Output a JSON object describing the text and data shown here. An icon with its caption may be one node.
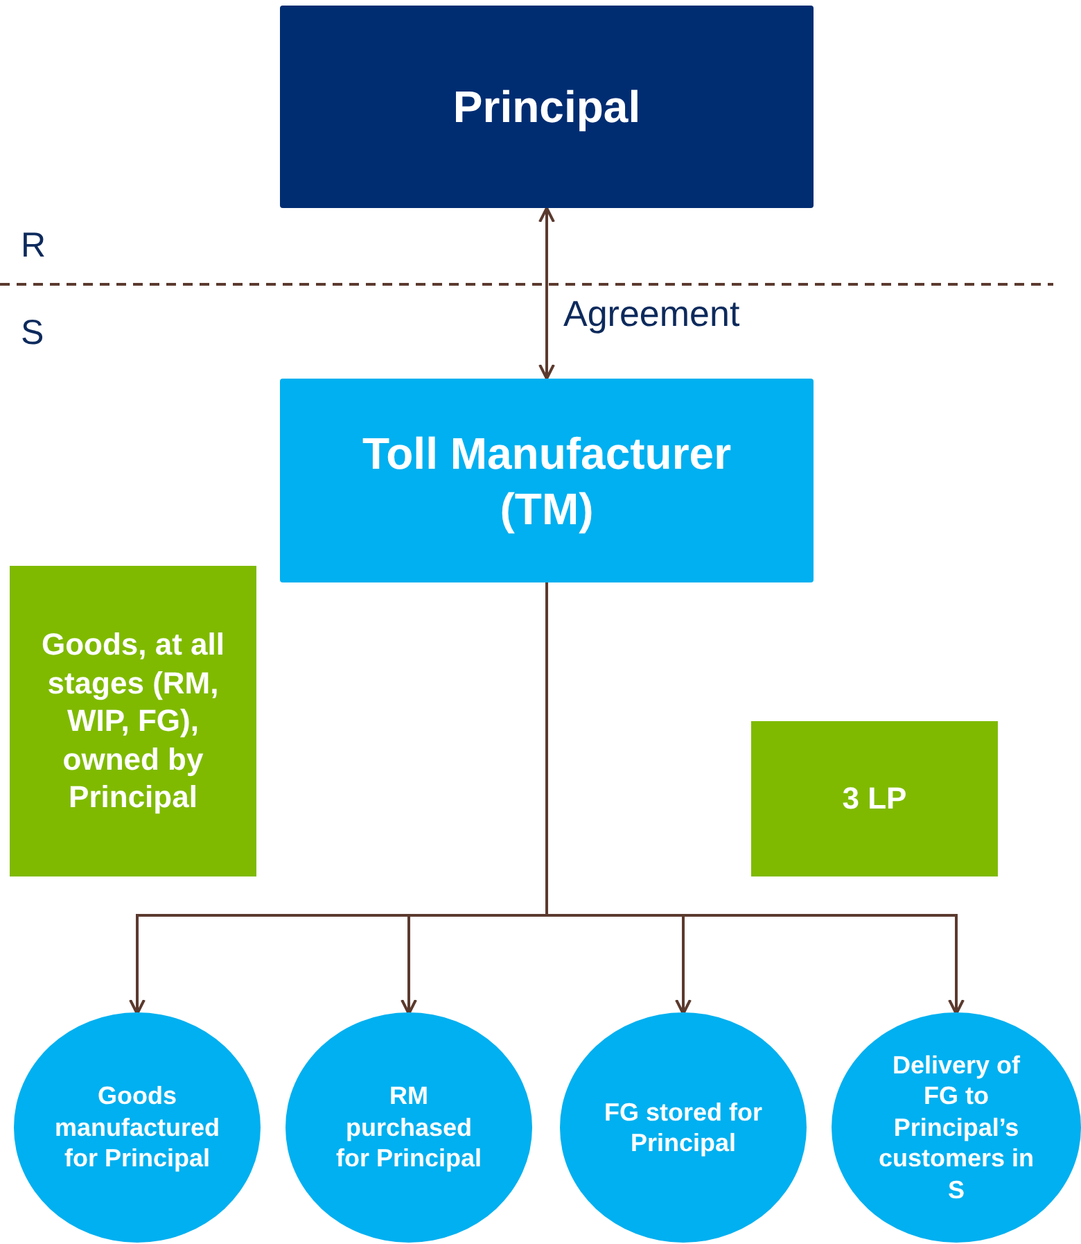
{
  "diagram": {
    "nodes": [
      {
        "text": [
          "Principal"
        ]
      },
      {
        "text": [
          "Toll Manufacturer (TM)"
        ]
      },
      {
        "text": [
          "Goods, at all stages (RM, WIP, FG), owned by Principal"
        ]
      },
      {
        "text": [
          "3 LP"
        ]
      },
      {
        "text": [
          "Goods manufactured for Principal"
        ]
      },
      {
        "text": [
          "RM purchased for Principal"
        ]
      },
      {
        "text": [
          "FG stored for Principal"
        ]
      },
      {
        "text": [
          "Delivery of FG to Principal’s customers in S"
        ]
      }
    ],
    "edges": [
      {
        "from": 0,
        "to": 1,
        "arrow": "both",
        "label": "Agreement"
      },
      {
        "from": 1,
        "to": 4,
        "arrow": "to"
      },
      {
        "from": 1,
        "to": 5,
        "arrow": "to"
      },
      {
        "from": 1,
        "to": 6,
        "arrow": "to"
      },
      {
        "from": 1,
        "to": 7,
        "arrow": "to"
      }
    ],
    "labels": [
      "R",
      "S"
    ]
  }
}
